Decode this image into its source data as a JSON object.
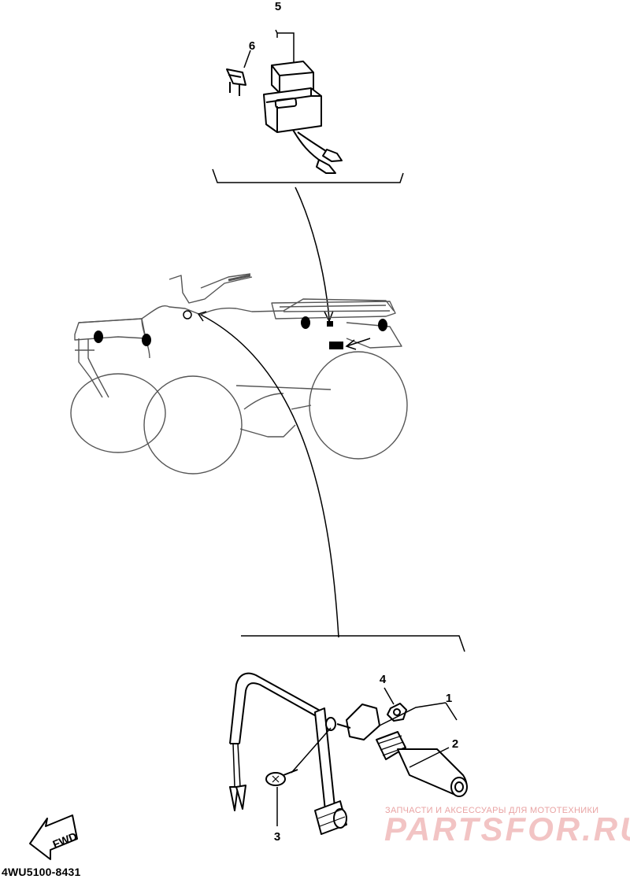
{
  "callouts": {
    "c1": "1",
    "c2": "2",
    "c3": "3",
    "c4": "4",
    "c5": "5",
    "c6": "6"
  },
  "fwd_label": "FWD",
  "diagram_code": "4WU5100-8431",
  "watermark": {
    "top": "ЗАПЧАСТИ И АКСЕССУАРЫ ДЛЯ МОТОТЕХНИКИ",
    "main": "PARTSFOR.RU"
  },
  "colors": {
    "line": "#000000",
    "atv_outline": "#333333",
    "watermark": "#f2c4c4"
  }
}
